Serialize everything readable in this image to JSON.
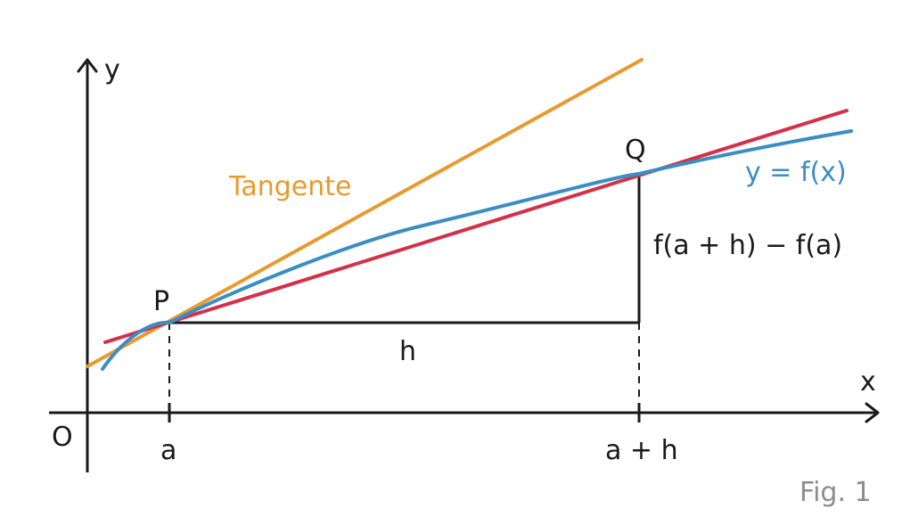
{
  "labels": {
    "y_axis": "y",
    "x_axis": "x",
    "origin": "O",
    "point_p": "P",
    "point_q": "Q",
    "tick_a": "a",
    "tick_a_plus_h": "a + h",
    "h": "h",
    "difference": "f(a + h) − f(a)",
    "tangent": "Tangente",
    "curve": "y = f(x)",
    "figure_number": "Fig. 1"
  },
  "colors": {
    "axes": "#1a1a1a",
    "tangent": "#e79a2f",
    "secant": "#d62f48",
    "curve": "#3a8ec4",
    "figure_number": "#8c8c8c"
  }
}
